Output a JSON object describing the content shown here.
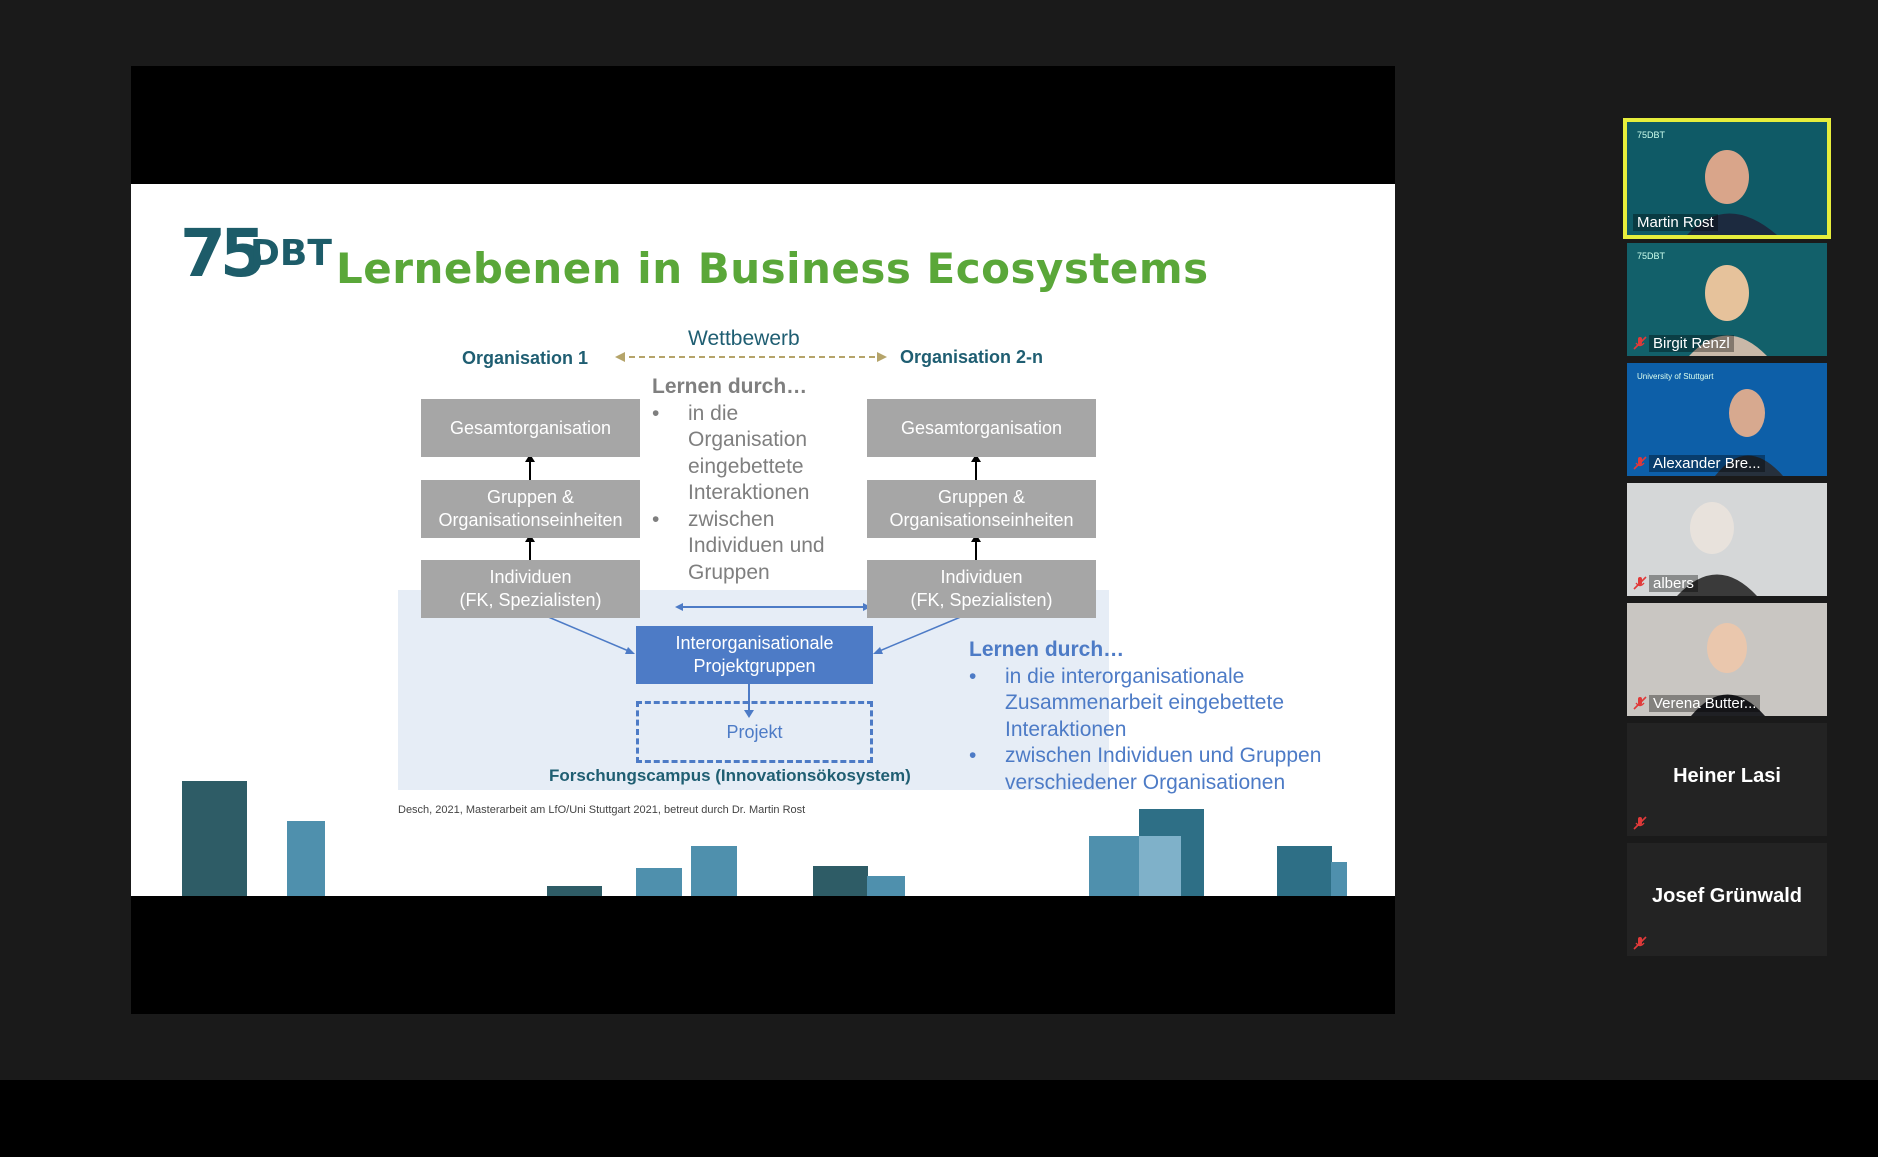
{
  "slide": {
    "logo_number": "75",
    "logo_text": "DBT",
    "title": "Lernebenen in Business Ecosystems",
    "competition_label": "Wettbewerb",
    "org1_label": "Organisation 1",
    "org2_label": "Organisation 2-n",
    "left_boxes": {
      "box1": "Gesamtorganisation",
      "box2_line1": "Gruppen &",
      "box2_line2": "Organisationseinheiten",
      "box3_line1": "Individuen",
      "box3_line2": "(FK, Spezialisten)"
    },
    "right_boxes": {
      "box1": "Gesamtorganisation",
      "box2_line1": "Gruppen &",
      "box2_line2": "Organisationseinheiten",
      "box3_line1": "Individuen",
      "box3_line2": "(FK, Spezialisten)"
    },
    "center_box_line1": "Interorganisationale",
    "center_box_line2": "Projektgruppen",
    "project_box": "Projekt",
    "campus_label": "Forschungscampus (Innovationsökosystem)",
    "learning1": {
      "heading": "Lernen durch…",
      "b1_l1": "in die",
      "b1_l2": "Organisation",
      "b1_l3": "eingebettete",
      "b1_l4": "Interaktionen",
      "b2_l1": "zwischen",
      "b2_l2": "Individuen und",
      "b2_l3": "Gruppen"
    },
    "learning2": {
      "heading": "Lernen durch…",
      "b1_l1": " in die interorganisationale",
      "b1_l2": "Zusammenarbeit eingebettete",
      "b1_l3": "Interaktionen",
      "b2_l1": " zwischen Individuen und Gruppen",
      "b2_l2": "verschiedener Organisationen"
    },
    "citation": "Desch, 2021, Masterarbeit am LfO/Uni Stuttgart 2021, betreut durch Dr. Martin Rost"
  },
  "participants": [
    {
      "name": "Martin Rost",
      "muted": false,
      "active": true,
      "video": true
    },
    {
      "name": "Birgit Renzl",
      "muted": true,
      "active": false,
      "video": true
    },
    {
      "name": "Alexander Bre...",
      "muted": true,
      "active": false,
      "video": true
    },
    {
      "name": "albers",
      "muted": true,
      "active": false,
      "video": true
    },
    {
      "name": "Verena Butter...",
      "muted": true,
      "active": false,
      "video": true
    },
    {
      "name": "Heiner Lasi",
      "muted": true,
      "active": false,
      "video": false
    },
    {
      "name": "Josef Grünwald",
      "muted": true,
      "active": false,
      "video": false
    }
  ],
  "colors": {
    "title_green": "#5aa739",
    "teal": "#1d5c69",
    "box_gray": "#a6a6a6",
    "accent_blue": "#4d7bc6",
    "active_border": "#e6ee3c",
    "muted_red": "#e03a3a"
  },
  "icons": {
    "muted": "mic-off-icon"
  }
}
